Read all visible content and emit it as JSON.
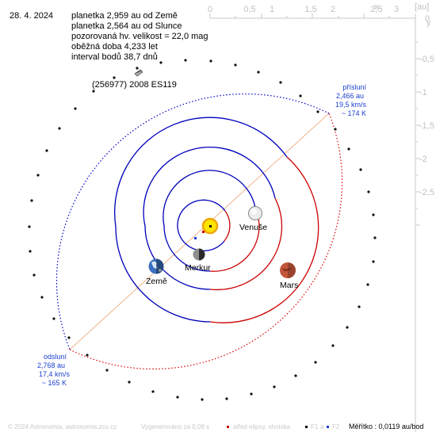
{
  "date": "28. 4. 2024",
  "info": [
    "planetka 2,959 au od Země",
    "planetka 2,564 au od Slunce",
    "pozorovaná hv. velikost = 22,0 mag",
    "oběžná doba 4,233 let",
    "interval bodů 38,7 dnů"
  ],
  "object_name": "(256977) 2008 ES119",
  "perihelion": {
    "title": "přísluní",
    "distance": "2,466 au",
    "speed": "19,5 km/s",
    "temp": "~ 174 K"
  },
  "aphelion": {
    "title": "odsluní",
    "distance": "2,768 au",
    "speed": "17,4 km/s",
    "temp": "~ 165 K"
  },
  "planets": {
    "venus": "Venuše",
    "mercury": "Merkur",
    "earth": "Země",
    "mars": "Mars"
  },
  "axis": {
    "unit": "[au]",
    "x_letter": "x",
    "y_letter": "y",
    "x_ticks": [
      "0",
      "0,5",
      "1",
      "1,5",
      "2",
      "2,5",
      "3"
    ],
    "y_ticks": [
      "0",
      "-0,5",
      "-1",
      "-1,5",
      "-2",
      "-2,5"
    ]
  },
  "footer": {
    "copyright": "© 2024 Astronomia, astronomia.zcu.cz",
    "generated": "Vygenerováno za 0,09 s",
    "center_legend": "střed elipsy, ohniska",
    "f1": "F1",
    "and": "a",
    "f2": "F2",
    "scale": "Měřítko : 0,0119 au/bod"
  },
  "colors": {
    "orbit_blue": "#0000bb",
    "orbit_red": "#cc0000",
    "label_blue": "#1a3fcf",
    "axis_gray": "#bbbbbb",
    "apsides_line": "#f2b48a"
  }
}
